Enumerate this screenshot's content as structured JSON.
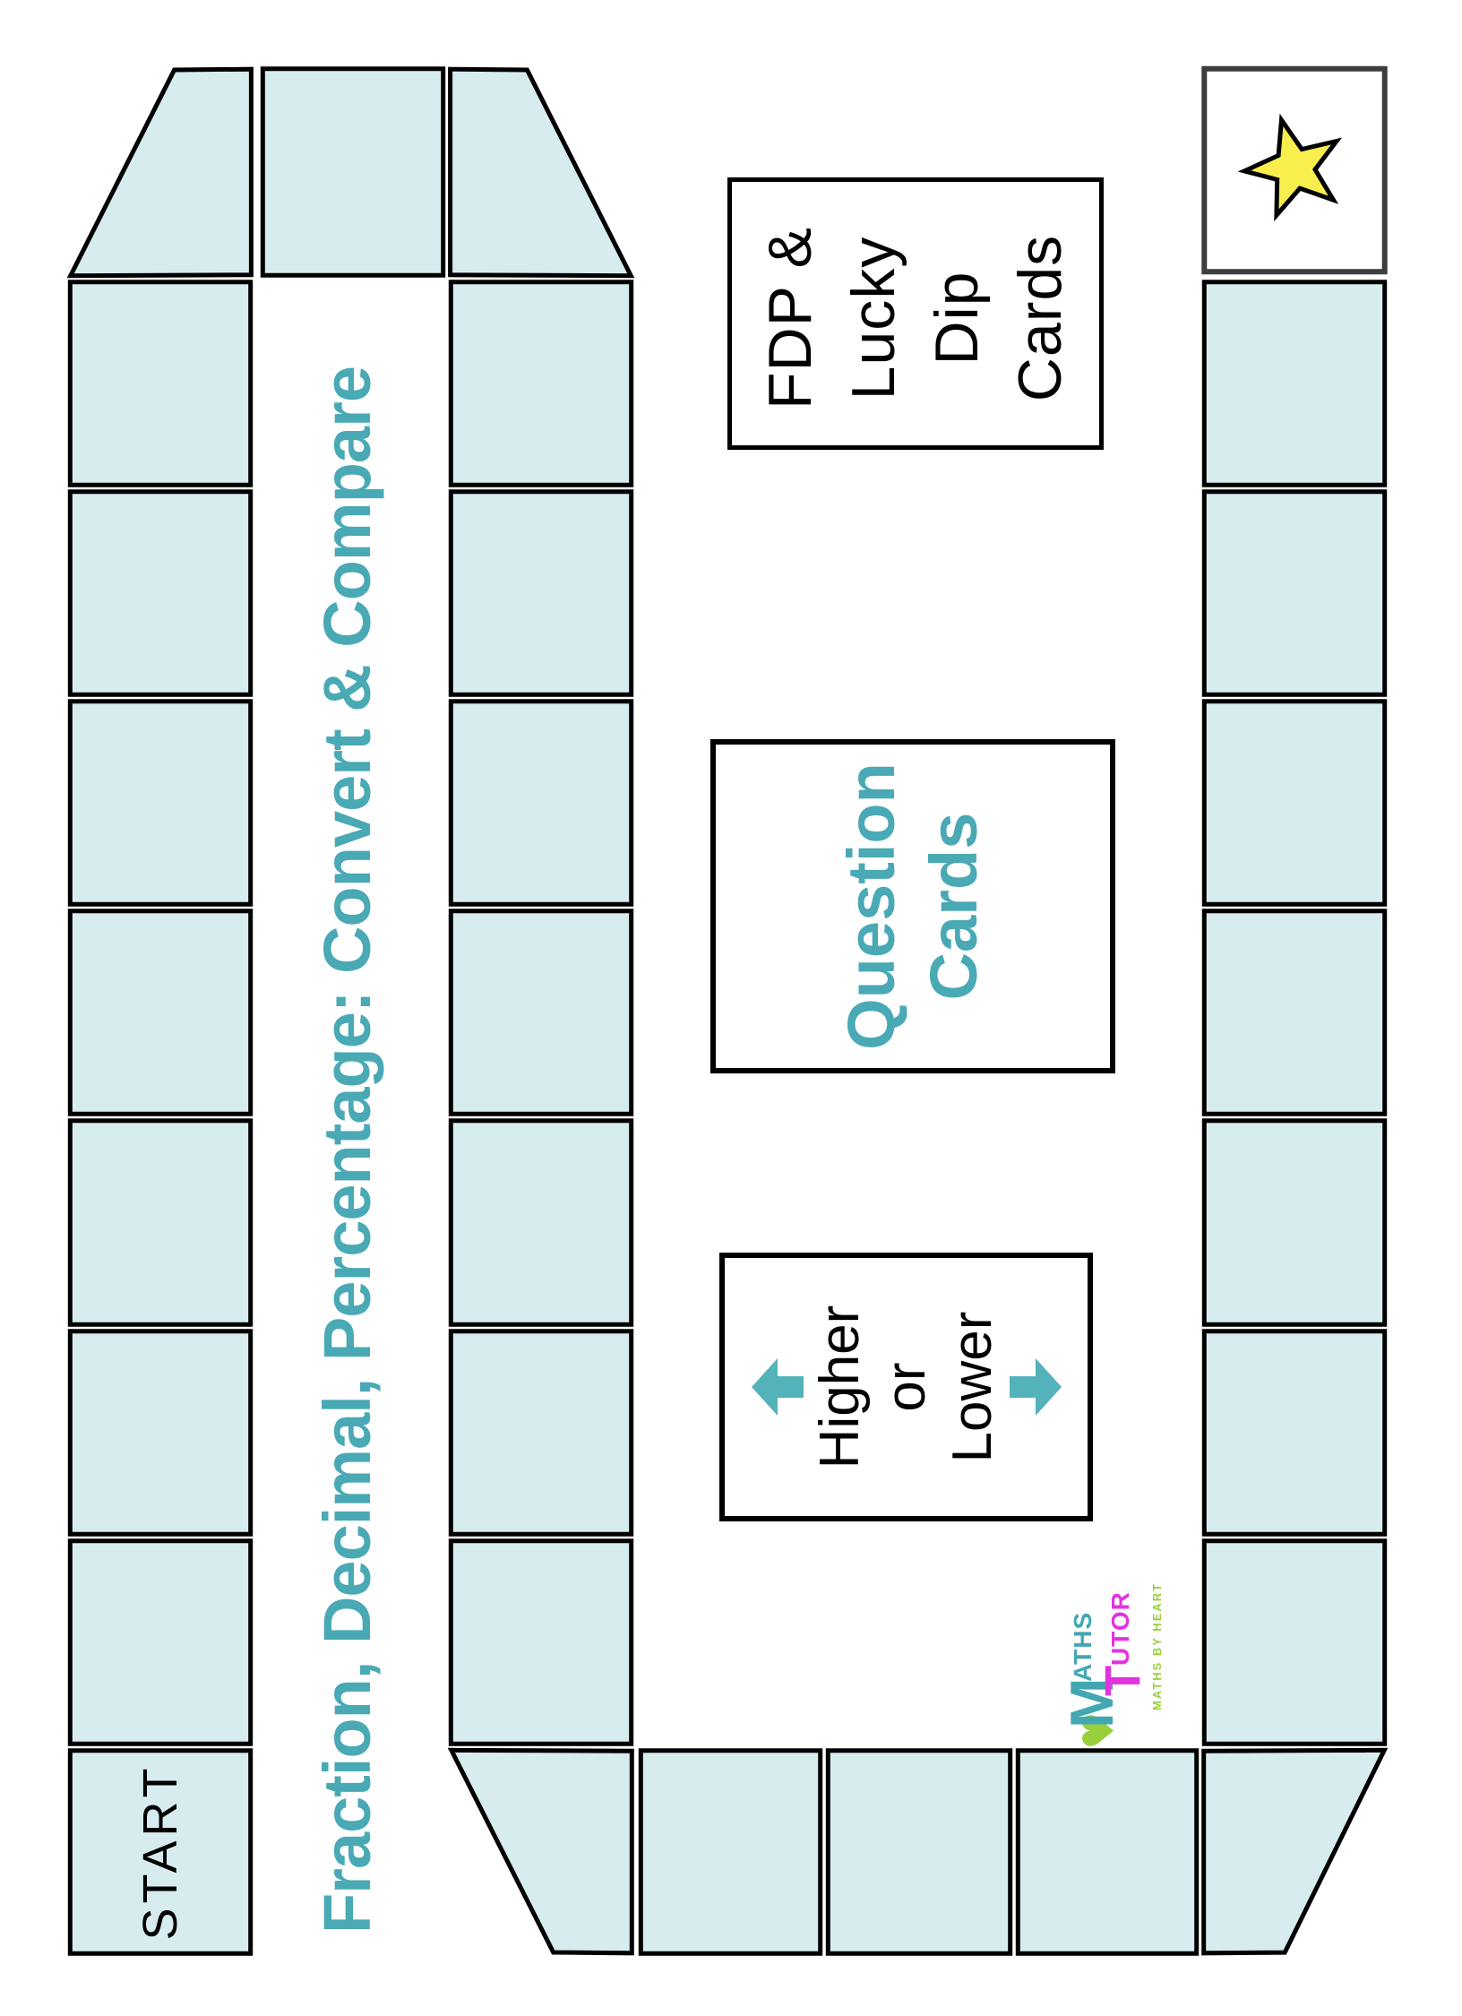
{
  "page": {
    "background": "#ffffff"
  },
  "board": {
    "title": "Fraction, Decimal, Percentage: Convert & Compare",
    "title_color": "#49a9b5",
    "square_fill": "#d7ecee",
    "square_border": "#000000",
    "start_label": "START",
    "finish_border": "#3d3d3d",
    "star_color": "#f8ee4d",
    "star_outline": "#000000"
  },
  "boxes": {
    "fdp": {
      "lines": [
        "FDP &",
        "Lucky",
        "Dip",
        "Cards"
      ],
      "text_color": "#000000"
    },
    "question": {
      "lines": [
        "Question",
        "Cards"
      ],
      "text_color": "#49a9b5"
    },
    "higher_lower": {
      "top": "Higher",
      "middle": "or",
      "bottom": "Lower",
      "arrow_color": "#54b2ba"
    }
  },
  "logo": {
    "word1_initial": "M",
    "word1_rest": "ATHS",
    "word2_initial": "T",
    "word2_rest": "UTOR",
    "tagline": "MATHS BY HEART",
    "heart_icon": "♥",
    "teal": "#43a7b2",
    "magenta": "#e332df",
    "green": "#98d03c"
  }
}
